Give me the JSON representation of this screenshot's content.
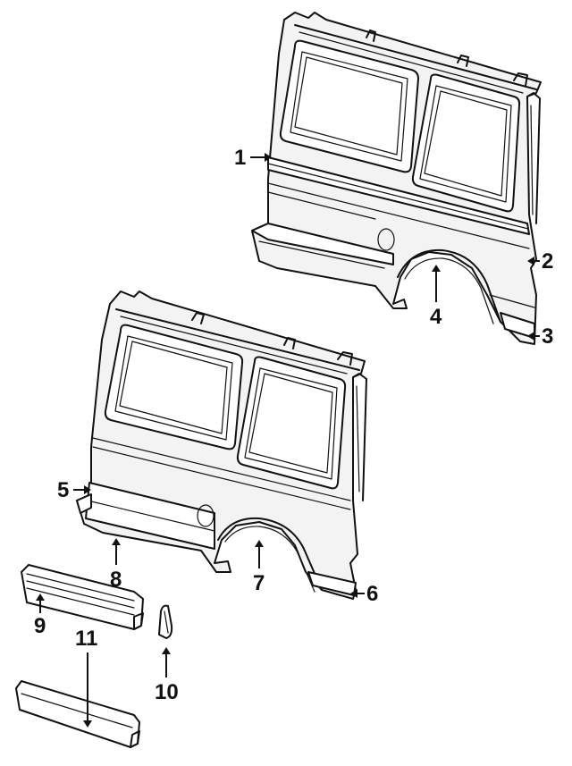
{
  "callouts": [
    {
      "id": "1",
      "label": "1"
    },
    {
      "id": "2",
      "label": "2"
    },
    {
      "id": "3",
      "label": "3"
    },
    {
      "id": "4",
      "label": "4"
    },
    {
      "id": "5",
      "label": "5"
    },
    {
      "id": "6",
      "label": "6"
    },
    {
      "id": "7",
      "label": "7"
    },
    {
      "id": "8",
      "label": "8"
    },
    {
      "id": "9",
      "label": "9"
    },
    {
      "id": "10",
      "label": "10"
    },
    {
      "id": "11",
      "label": "11"
    }
  ],
  "parts": [
    "upper-body-side-panel",
    "lower-body-side-panel",
    "molding-strip-9",
    "molding-piece-10",
    "molding-strip-11"
  ]
}
